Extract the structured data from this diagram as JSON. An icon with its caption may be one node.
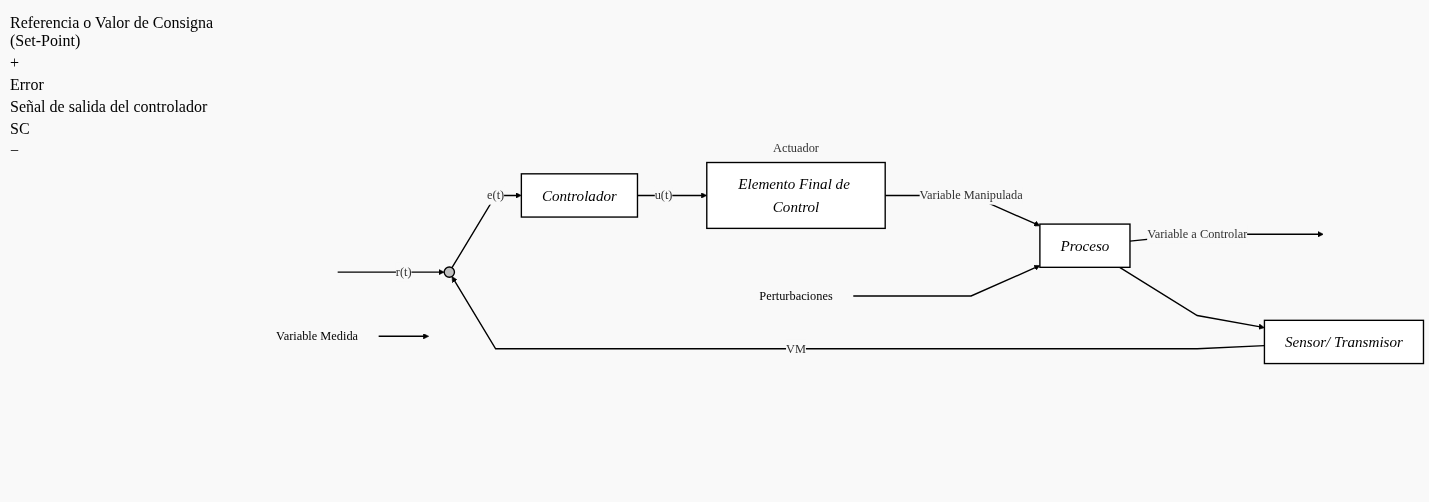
{
  "diagram": {
    "nodes": [
      {
        "text": [],
        "shape": "circle"
      },
      {
        "text": [
          "Controlador"
        ]
      },
      {
        "text": [
          "Elemento Final de Control"
        ],
        "beside": [
          "Actuador"
        ]
      },
      {
        "text": [
          "Proceso"
        ]
      },
      {
        "text": [
          "Sensor/ Transmisor"
        ]
      },
      {
        "text": [
          "Perturbaciones"
        ]
      },
      {
        "text": [
          "Variable Medida"
        ]
      }
    ],
    "edges": [
      {
        "from": null,
        "to": 0,
        "arrow": "to",
        "label": "r(t)"
      },
      {
        "from": 0,
        "to": 1,
        "arrow": "to",
        "label": "e(t)"
      },
      {
        "from": 1,
        "to": 2,
        "arrow": "to",
        "label": "u(t)"
      },
      {
        "from": 2,
        "to": 3,
        "arrow": "to",
        "label": "Variable Manipulada"
      },
      {
        "from": 5,
        "to": 3,
        "arrow": "to"
      },
      {
        "from": 3,
        "to": null,
        "arrow": "to",
        "label": "Variable a Controlar"
      },
      {
        "from": 3,
        "to": 4,
        "arrow": "to"
      },
      {
        "from": 4,
        "to": 0,
        "arrow": "to",
        "label": "VM"
      },
      {
        "from": 6,
        "to": null,
        "arrow": "to"
      }
    ],
    "labels": [
      "Referencia o Valor de Consigna (Set-Point)",
      "+",
      "Error",
      "Señal de salida del controlador",
      "SC",
      "−"
    ]
  }
}
